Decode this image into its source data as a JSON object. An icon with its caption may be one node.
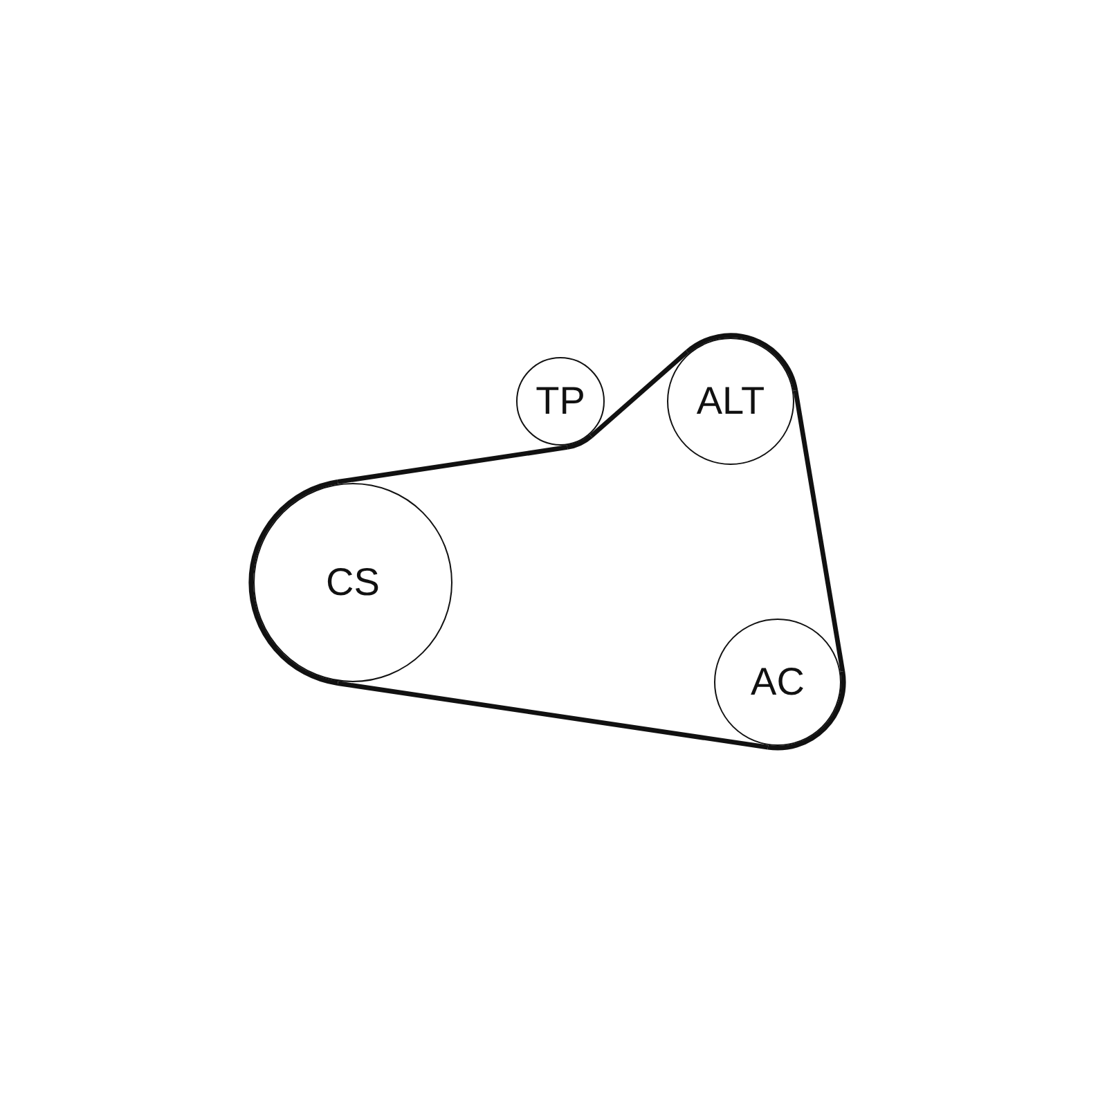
{
  "diagram": {
    "nodes": [
      {
        "text": [
          "TP"
        ]
      },
      {
        "text": [
          "ALT"
        ]
      },
      {
        "text": [
          "CS"
        ]
      },
      {
        "text": [
          "AC"
        ]
      }
    ],
    "edges": [
      {
        "from": 2,
        "to": 0,
        "arrow": "none"
      },
      {
        "from": 0,
        "to": 1,
        "arrow": "none"
      },
      {
        "from": 1,
        "to": 3,
        "arrow": "none"
      },
      {
        "from": 3,
        "to": 2,
        "arrow": "none"
      }
    ]
  }
}
